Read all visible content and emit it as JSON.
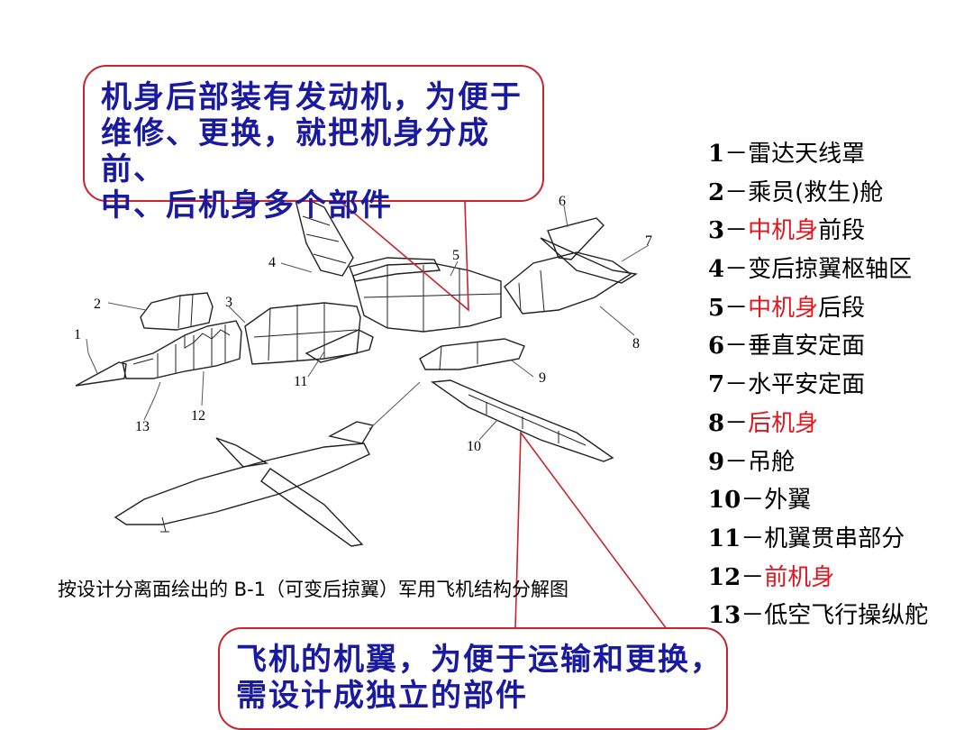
{
  "callouts": {
    "top": {
      "line1": "机身后部装有发动机，为便于",
      "line2": "维修、更换，就把机身分成前、",
      "line3": "中、后机身多个部件"
    },
    "bottom": {
      "line1": "飞机的机翼，为便于运输和更换，",
      "line2": "需设计成独立的部件"
    }
  },
  "caption": "按设计分离面绘出的 B-1（可变后掠翼）军用飞机结构分解图",
  "legend": [
    {
      "num": "1",
      "pre": "雷达天线罩",
      "hl": "",
      "post": ""
    },
    {
      "num": "2",
      "pre": "乘员(救生)舱",
      "hl": "",
      "post": ""
    },
    {
      "num": "3",
      "pre": "",
      "hl": "中机身",
      "post": "前段"
    },
    {
      "num": "4",
      "pre": "变后掠翼枢轴区",
      "hl": "",
      "post": ""
    },
    {
      "num": "5",
      "pre": "",
      "hl": "中机身",
      "post": "后段"
    },
    {
      "num": "6",
      "pre": "垂直安定面",
      "hl": "",
      "post": ""
    },
    {
      "num": "7",
      "pre": "水平安定面",
      "hl": "",
      "post": ""
    },
    {
      "num": "8",
      "pre": "",
      "hl": "后机身",
      "post": ""
    },
    {
      "num": "9",
      "pre": "吊舱",
      "hl": "",
      "post": ""
    },
    {
      "num": "10",
      "pre": "外翼",
      "hl": "",
      "post": ""
    },
    {
      "num": "11",
      "pre": "机翼贯串部分",
      "hl": "",
      "post": ""
    },
    {
      "num": "12",
      "pre": "",
      "hl": "前机身",
      "post": ""
    },
    {
      "num": "13",
      "pre": "低空飞行操纵舵",
      "hl": "",
      "post": ""
    }
  ],
  "dash": "－",
  "part_labels": [
    "1",
    "2",
    "3",
    "4",
    "5",
    "6",
    "7",
    "8",
    "9",
    "10",
    "11",
    "12",
    "13"
  ],
  "colors": {
    "callout_border": "#c8242e",
    "callout_text": "#1a1aa0",
    "highlight": "#e0161e"
  }
}
